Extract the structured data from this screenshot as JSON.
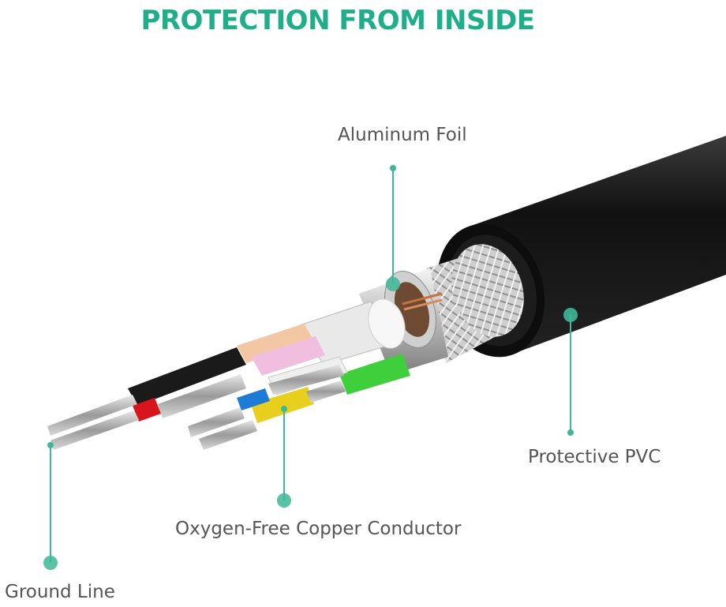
{
  "title": "PROTECTION FROM INSIDE",
  "colors": {
    "accent": "#1fae8a",
    "callout": "#3db898",
    "label_text": "#555555",
    "jacket": "#151515"
  },
  "callouts": [
    {
      "id": "foil",
      "text": "Aluminum Foil"
    },
    {
      "id": "pvc",
      "text": "Protective PVC"
    },
    {
      "id": "copper",
      "text": "Oxygen-Free Copper Conductor"
    },
    {
      "id": "ground",
      "text": "Ground Line"
    }
  ],
  "wire_colors": [
    "red",
    "black",
    "pink",
    "peach",
    "blue",
    "yellow",
    "green",
    "white",
    "orange"
  ]
}
